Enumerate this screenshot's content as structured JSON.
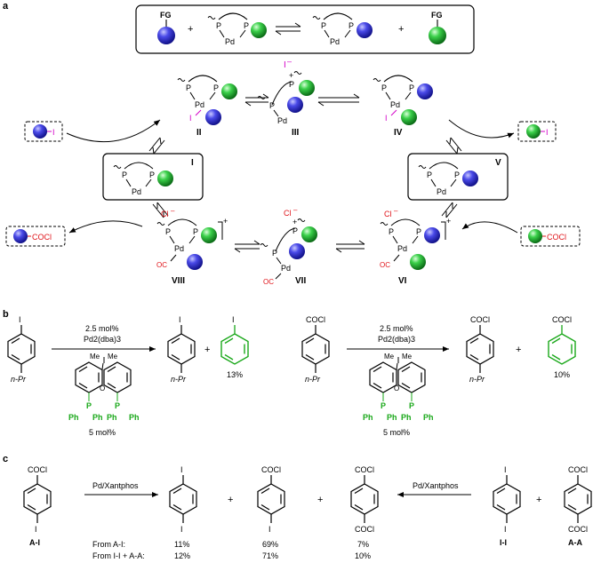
{
  "panels": {
    "a": "a",
    "b": "b",
    "c": "c"
  },
  "colors": {
    "blue": "#3b3bd6",
    "green": "#22a33a",
    "red": "#e0141a",
    "magenta": "#d400c8",
    "pd_green": "#1aa81a"
  },
  "labels": {
    "FG": "FG",
    "P": "P",
    "Pd": "Pd",
    "I": "I",
    "Cl": "Cl",
    "OC": "OC",
    "plus": "+",
    "COCl": "COCl",
    "iodide": "I",
    "iodide_anion": "I",
    "chloride_anion": "Cl",
    "charge_plus": "+",
    "charge_minus": "–",
    "ph": "Ph",
    "me": "Me",
    "npr": "n-Pr"
  },
  "intermediates": {
    "I": "I",
    "II": "II",
    "III": "III",
    "IV": "IV",
    "V": "V",
    "VI": "VI",
    "VII": "VII",
    "VIII": "VIII"
  },
  "panel_b": {
    "cond1": "2.5 mol%",
    "cond2": "Pd2(dba)3",
    "cond3": "5 mol%",
    "yield_iodobenzene": "13%",
    "yield_benzoyl": "10%"
  },
  "panel_c": {
    "reagent": "Pd/Xantphos",
    "sm_AI": "A-I",
    "sm_II": "I-I",
    "sm_AA": "A-A",
    "row1_label": "From A-I:",
    "row2_label": "From I-I + A-A:",
    "row1": [
      "11%",
      "69%",
      "7%"
    ],
    "row2": [
      "12%",
      "71%",
      "10%"
    ]
  }
}
